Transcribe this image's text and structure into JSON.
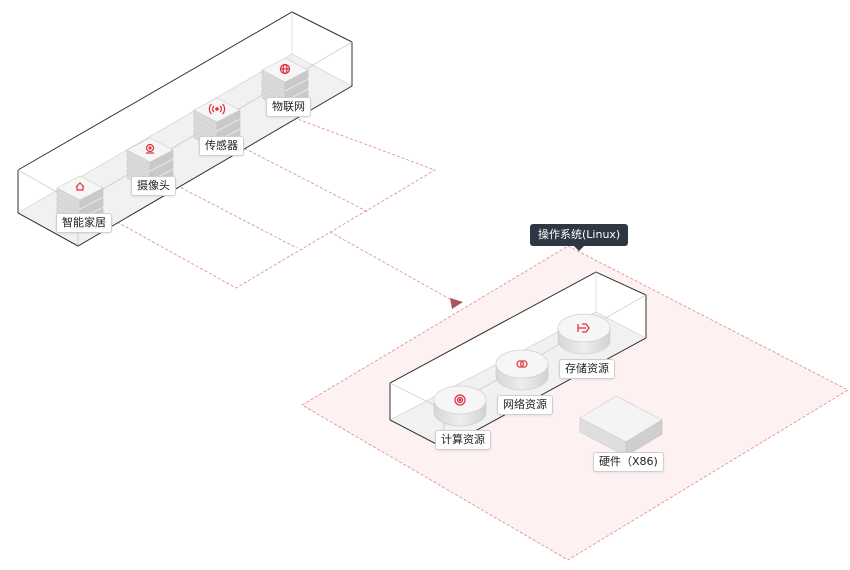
{
  "iot_group": {
    "items": [
      {
        "label": "智能家居",
        "icon": "home-icon"
      },
      {
        "label": "摄像头",
        "icon": "camera-icon"
      },
      {
        "label": "传感器",
        "icon": "signal-icon"
      },
      {
        "label": "物联网",
        "icon": "globe-icon"
      }
    ]
  },
  "os_group": {
    "tooltip": "操作系统(Linux)",
    "items": [
      {
        "label": "计算资源",
        "icon": "target-icon"
      },
      {
        "label": "网络资源",
        "icon": "network-link-icon"
      },
      {
        "label": "存储资源",
        "icon": "storage-icon"
      }
    ],
    "hardware_label": "硬件（X86)"
  },
  "colors": {
    "accent": "#e0303a",
    "dashed_line": "#d98a8e",
    "plane_fill": "#fdf1f1",
    "tooltip_bg": "#2f3742"
  }
}
